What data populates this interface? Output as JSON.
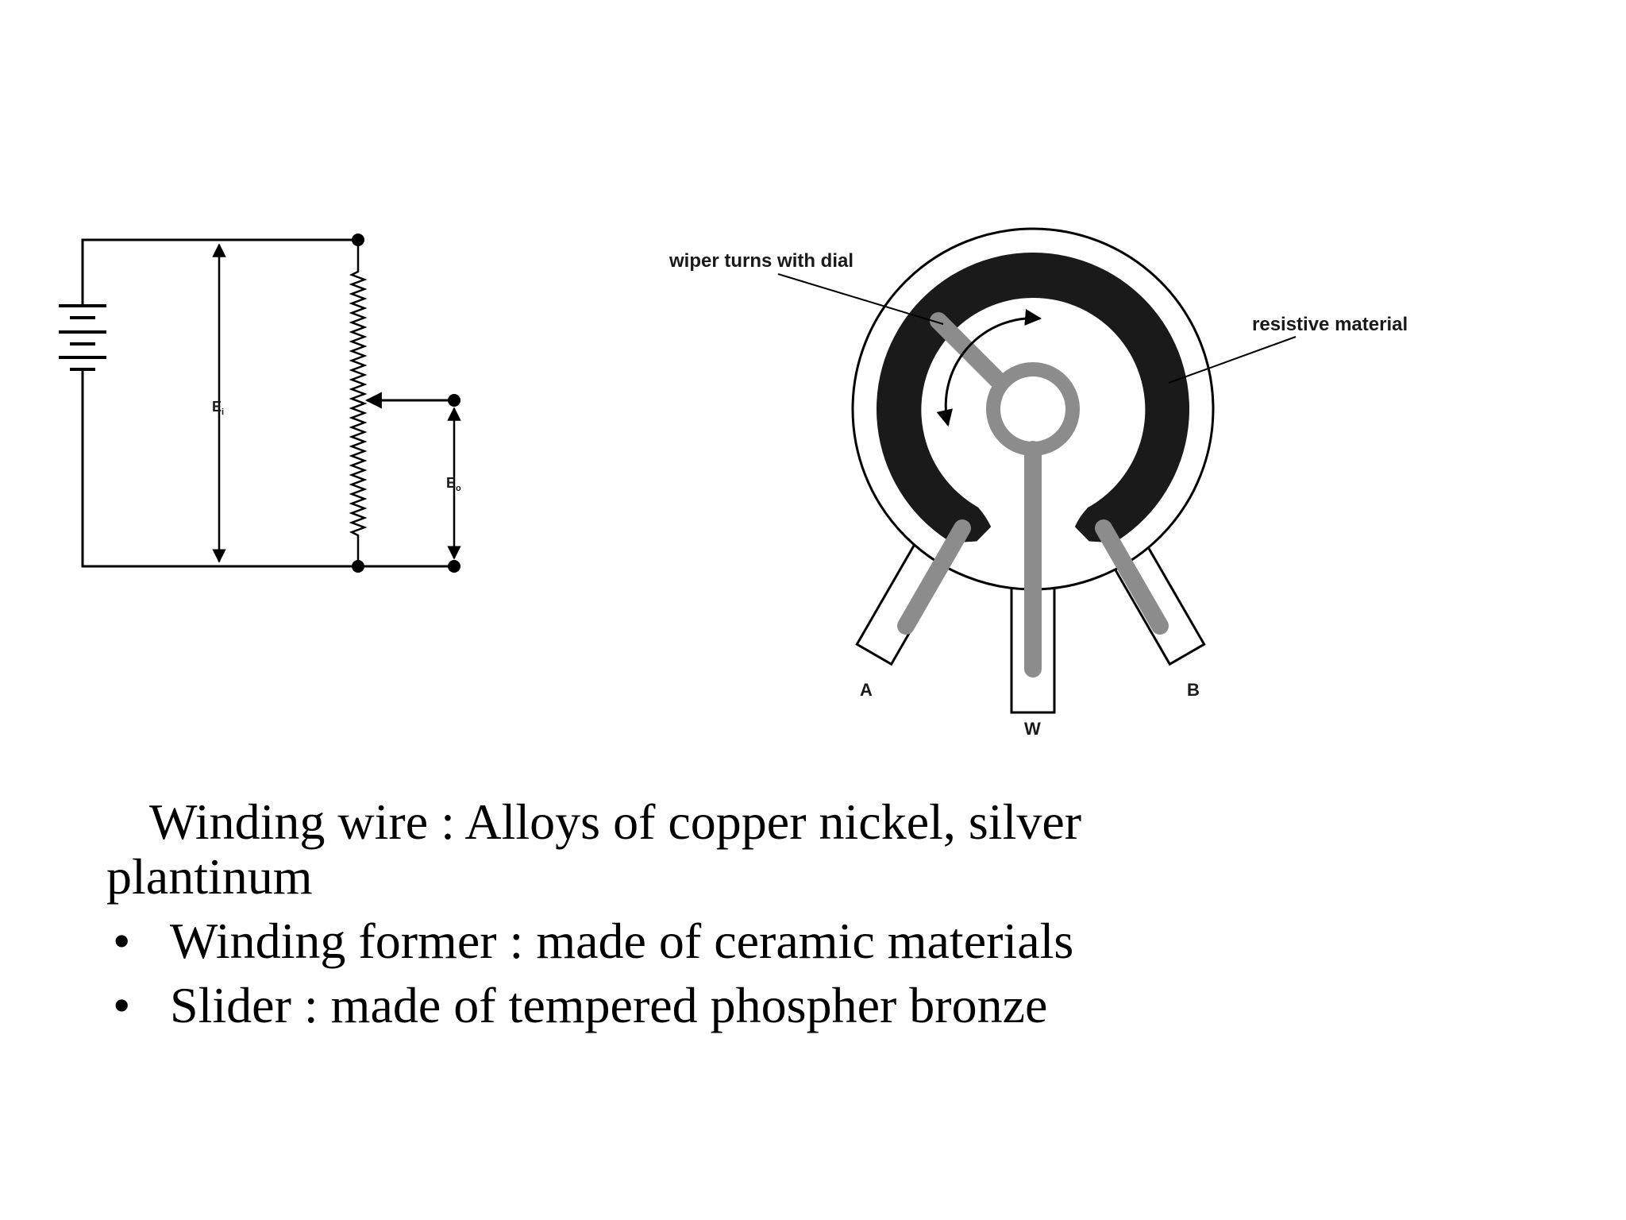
{
  "circuit": {
    "input_voltage_label": "E",
    "input_voltage_sub": "i",
    "output_voltage_label": "E",
    "output_voltage_sub": "o"
  },
  "pot": {
    "wiper_label": "wiper turns with dial",
    "resistive_label": "resistive material",
    "terminal_a": "A",
    "terminal_w": "W",
    "terminal_b": "B"
  },
  "text": {
    "intro_line1": "Winding wire : Alloys of copper nickel, silver",
    "intro_line2": "plantinum",
    "bullets": [
      "Winding former : made of ceramic materials",
      "Slider : made of tempered phospher bronze"
    ],
    "bullet_char": "•"
  },
  "colors": {
    "ink": "#000000",
    "resistive": "#1a1a1a",
    "wiper": "#8c8c8c"
  }
}
